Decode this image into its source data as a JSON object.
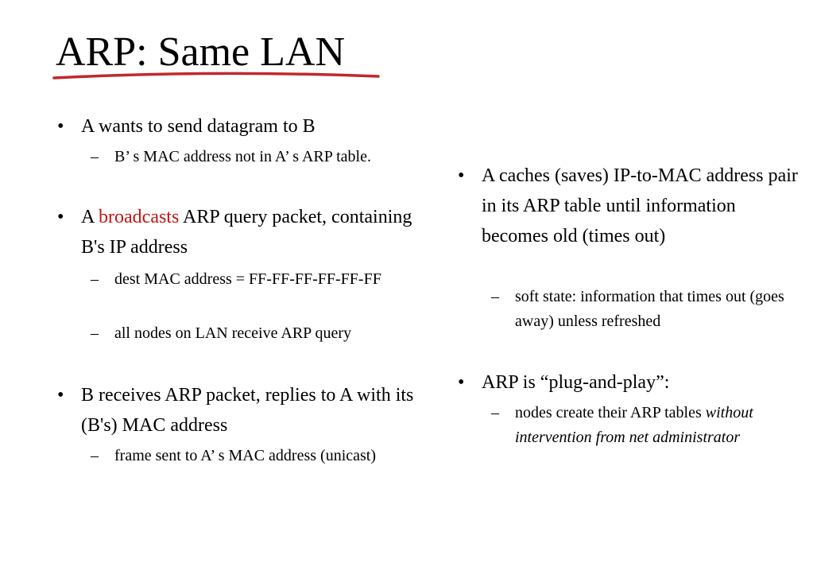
{
  "slide": {
    "title": "ARP: Same LAN",
    "underline_color": "#c0282d",
    "bullet_glyph": "•",
    "dash_glyph": "–",
    "accent_color": "#c0150f"
  },
  "left": {
    "b1": {
      "text": "A wants to send datagram to B"
    },
    "b1_s1": {
      "text": "B’ s MAC address not in A’ s ARP table."
    },
    "b2": {
      "pre": "A ",
      "highlight": "broadcasts",
      "post": " ARP query packet, containing B's IP address"
    },
    "b2_s1": {
      "text": "dest MAC address = FF-FF-FF-FF-FF-FF"
    },
    "b2_s2": {
      "text": "all nodes on LAN receive ARP query"
    },
    "b3": {
      "text": "B receives ARP packet, replies to A with its (B's) MAC address"
    },
    "b3_s1": {
      "text": "frame sent to A’ s MAC address (unicast)"
    }
  },
  "right": {
    "b1": {
      "text": "A caches (saves) IP-to-MAC address pair in its ARP table until information becomes old (times out)"
    },
    "b1_s1": {
      "text": "soft state: information that times out (goes away) unless refreshed"
    },
    "b2": {
      "text": "ARP is “plug-and-play”:"
    },
    "b2_s1": {
      "pre": "nodes create their ARP tables ",
      "italic": "without intervention from net administrator"
    }
  }
}
